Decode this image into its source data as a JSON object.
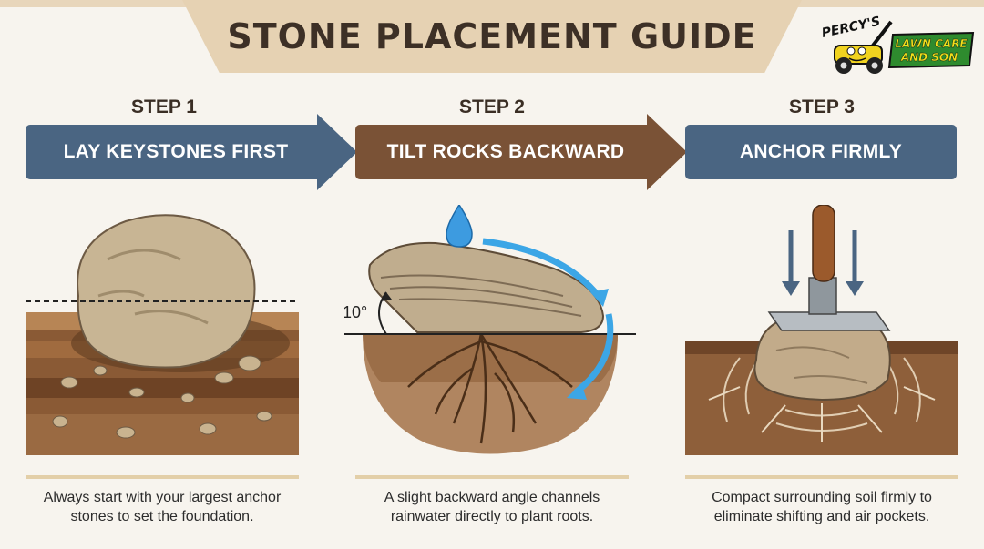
{
  "title": "STONE PLACEMENT GUIDE",
  "logo": {
    "line1": "PERCY'S",
    "line2": "LAWN CARE",
    "line3": "AND SON"
  },
  "steps": [
    {
      "label": "STEP 1",
      "heading": "LAY KEYSTONES FIRST",
      "caption_line1": "Always start with your largest anchor",
      "caption_line2": "stones to set the foundation.",
      "color": "#4a6582"
    },
    {
      "label": "STEP 2",
      "heading": "TILT ROCKS BACKWARD",
      "angle_label": "10°",
      "caption_line1": "A slight backward angle channels",
      "caption_line2": "rainwater directly to plant roots.",
      "color": "#7a5236"
    },
    {
      "label": "STEP 3",
      "heading": "ANCHOR FIRMLY",
      "caption_line1": "Compact surrounding soil firmly to",
      "caption_line2": "eliminate shifting and air pockets.",
      "color": "#4a6582"
    }
  ],
  "icons": {
    "step1": "boulder-in-soil-icon",
    "step2": "tilted-rock-water-drop-icon",
    "step3": "tamper-pressing-rock-icon"
  }
}
